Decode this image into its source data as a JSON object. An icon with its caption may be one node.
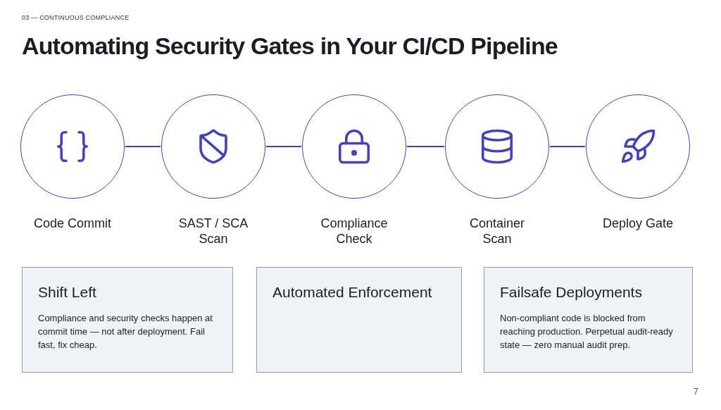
{
  "diagram": {
    "title": "Automating Security Gates in Your CI/CD Pipeline",
    "nodes": [
      {
        "text": [
          "Code Commit"
        ]
      },
      {
        "text": [
          "SAST / SCA Scan"
        ]
      },
      {
        "text": [
          "Compliance Check"
        ]
      },
      {
        "text": [
          "Container Scan"
        ]
      },
      {
        "text": [
          "Deploy Gate"
        ]
      },
      {
        "text": [
          "Shift Left",
          "Compliance and security checks happen at commit time — not after deployment. Fail fast, fix cheap."
        ]
      },
      {
        "text": [
          "Automated Enforcement"
        ]
      },
      {
        "text": [
          "Failsafe Deployments",
          "Non-compliant code is blocked from reaching production. Perpetual audit-ready state — zero manual audit prep."
        ]
      }
    ],
    "edges": [
      {
        "from": 0,
        "to": 1,
        "arrow": "none"
      },
      {
        "from": 1,
        "to": 2,
        "arrow": "none"
      },
      {
        "from": 2,
        "to": 3,
        "arrow": "none"
      },
      {
        "from": 3,
        "to": 4,
        "arrow": "none"
      }
    ],
    "labels": [
      "03 — CONTINUOUS COMPLIANCE",
      "7"
    ]
  }
}
